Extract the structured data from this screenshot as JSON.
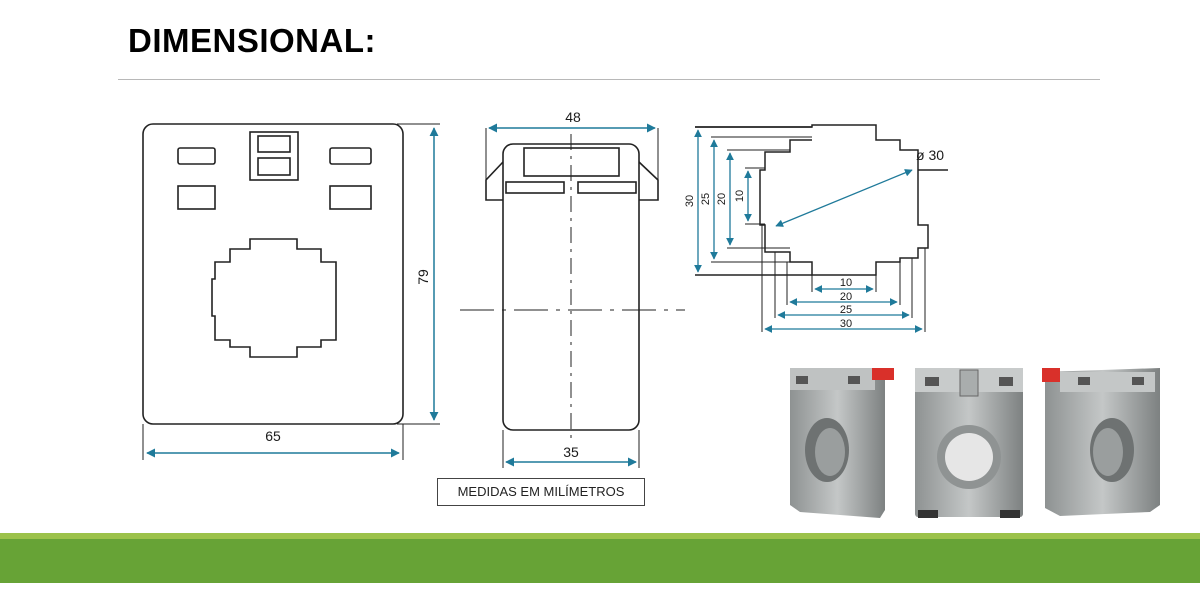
{
  "header": {
    "title": "DIMENSIONAL:"
  },
  "front_view": {
    "width_label": "65",
    "height_label": "79"
  },
  "side_view": {
    "top_label": "48",
    "bottom_label": "35"
  },
  "window_view": {
    "diameter_label": "ø 30",
    "vertical_labels": [
      "30",
      "25",
      "20",
      "10"
    ],
    "horizontal_labels": [
      "10",
      "20",
      "25",
      "30"
    ]
  },
  "units_note": "MEDIDAS EM MILÍMETROS",
  "colors": {
    "dimension_line": "#1f7a9a",
    "band_light": "#9cc24b",
    "band_dark": "#67a336"
  }
}
